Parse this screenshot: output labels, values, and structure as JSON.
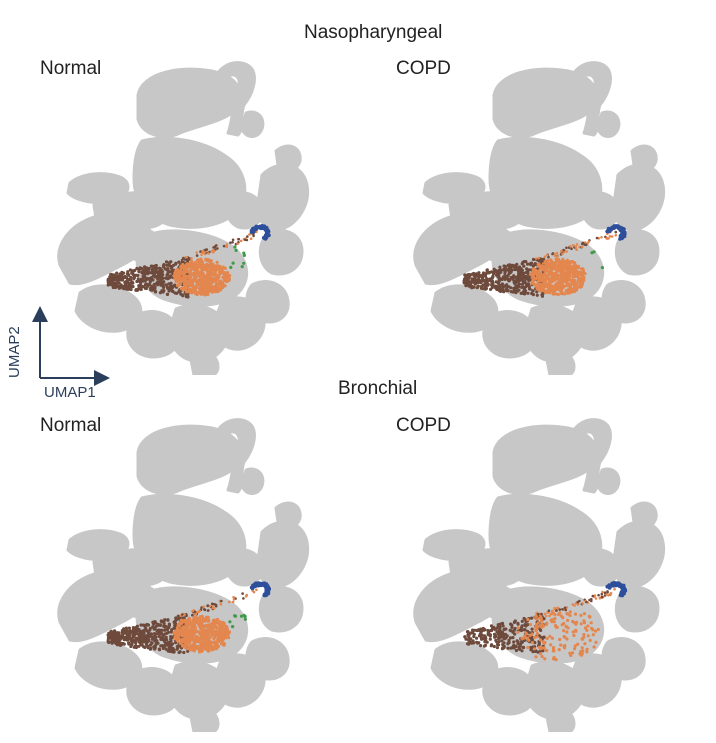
{
  "figure": {
    "titles": [
      "Nasopharyngeal",
      "Bronchial"
    ],
    "condition_labels": [
      "Normal",
      "COPD"
    ]
  },
  "colors": {
    "background_cells": "#c7c7c7",
    "blue_cluster": "#2e4f9a",
    "brown_cluster": "#6e4a3c",
    "orange_cluster": "#e3874f",
    "green_cluster": "#3f9a4a",
    "axis": "#2b3e5c"
  },
  "chart_data": {
    "type": "scatter",
    "xlabel": "UMAP1",
    "ylabel": "UMAP2",
    "panels": [
      {
        "group": "Nasopharyngeal",
        "condition": "Normal",
        "brown_density": 1.0,
        "orange_density": 1.0,
        "green_count": 8
      },
      {
        "group": "Nasopharyngeal",
        "condition": "COPD",
        "brown_density": 1.0,
        "orange_density": 1.0,
        "green_count": 3
      },
      {
        "group": "Bronchial",
        "condition": "Normal",
        "brown_density": 1.0,
        "orange_density": 1.0,
        "green_count": 8
      },
      {
        "group": "Bronchial",
        "condition": "COPD",
        "brown_density": 0.6,
        "orange_density": 0.3,
        "green_count": 0
      }
    ]
  }
}
